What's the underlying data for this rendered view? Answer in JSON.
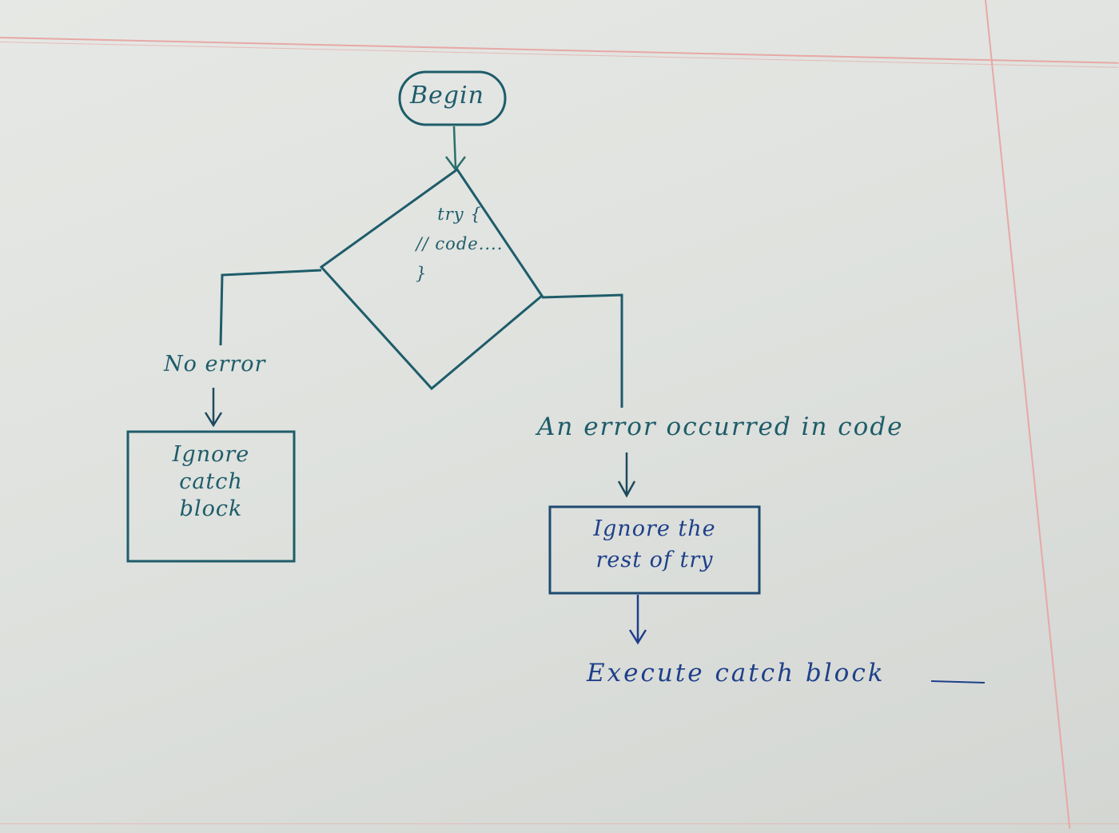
{
  "diagram": {
    "begin": {
      "label": "Begin"
    },
    "decision": {
      "lines": [
        "try {",
        "// code....",
        "}"
      ]
    },
    "no_error": {
      "label": "No error"
    },
    "ignore_catch": {
      "lines": [
        "Ignore",
        "catch",
        "block"
      ]
    },
    "error_occurred": {
      "label": "An error occurred in code"
    },
    "ignore_rest": {
      "lines": [
        "Ignore the",
        "rest of try"
      ]
    },
    "execute_catch": {
      "label": "Execute catch block"
    }
  },
  "colors": {
    "ink_teal": "#1e5c6a",
    "ink_blue": "#1e3f8a",
    "margin_red": "#e7a8a6",
    "paper": "#e2e5e1"
  }
}
